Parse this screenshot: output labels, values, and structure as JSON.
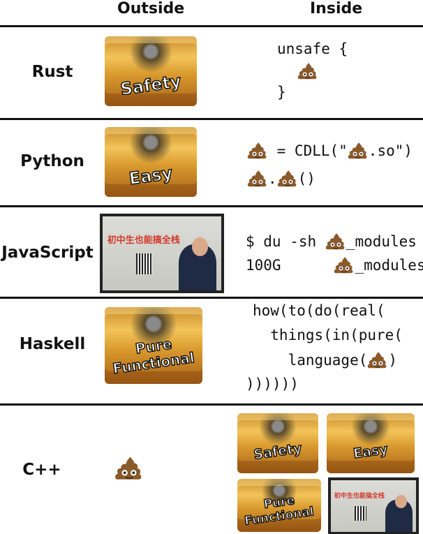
{
  "headers": {
    "outside": "Outside",
    "inside": "Inside"
  },
  "rows": [
    {
      "lang": "Rust",
      "box_label": "Safety",
      "code": [
        "unsafe {",
        "}"
      ]
    },
    {
      "lang": "Python",
      "box_label": "Easy",
      "code": [
        " = CDLL(\"",
        ".so\")",
        ".",
        "()"
      ]
    },
    {
      "lang": "JavaScript",
      "billboard_text": "初中生也能搞全栈",
      "code": [
        "$ du -sh ",
        "_modules",
        "100G      ",
        "_modules"
      ]
    },
    {
      "lang": "Haskell",
      "box_label": [
        "Pure",
        "Functional"
      ],
      "code": [
        "how(to(do(real(",
        "  things(in(pure(",
        "    language(",
        ")",
        "))))))"
      ]
    },
    {
      "lang": "C++",
      "inside_labels": [
        "Safety",
        "Easy",
        "Pure",
        "Functional"
      ]
    }
  ],
  "colors": {
    "poo": "#8b5a2b",
    "rule": "#111111",
    "box_gold": "#e0a640"
  }
}
